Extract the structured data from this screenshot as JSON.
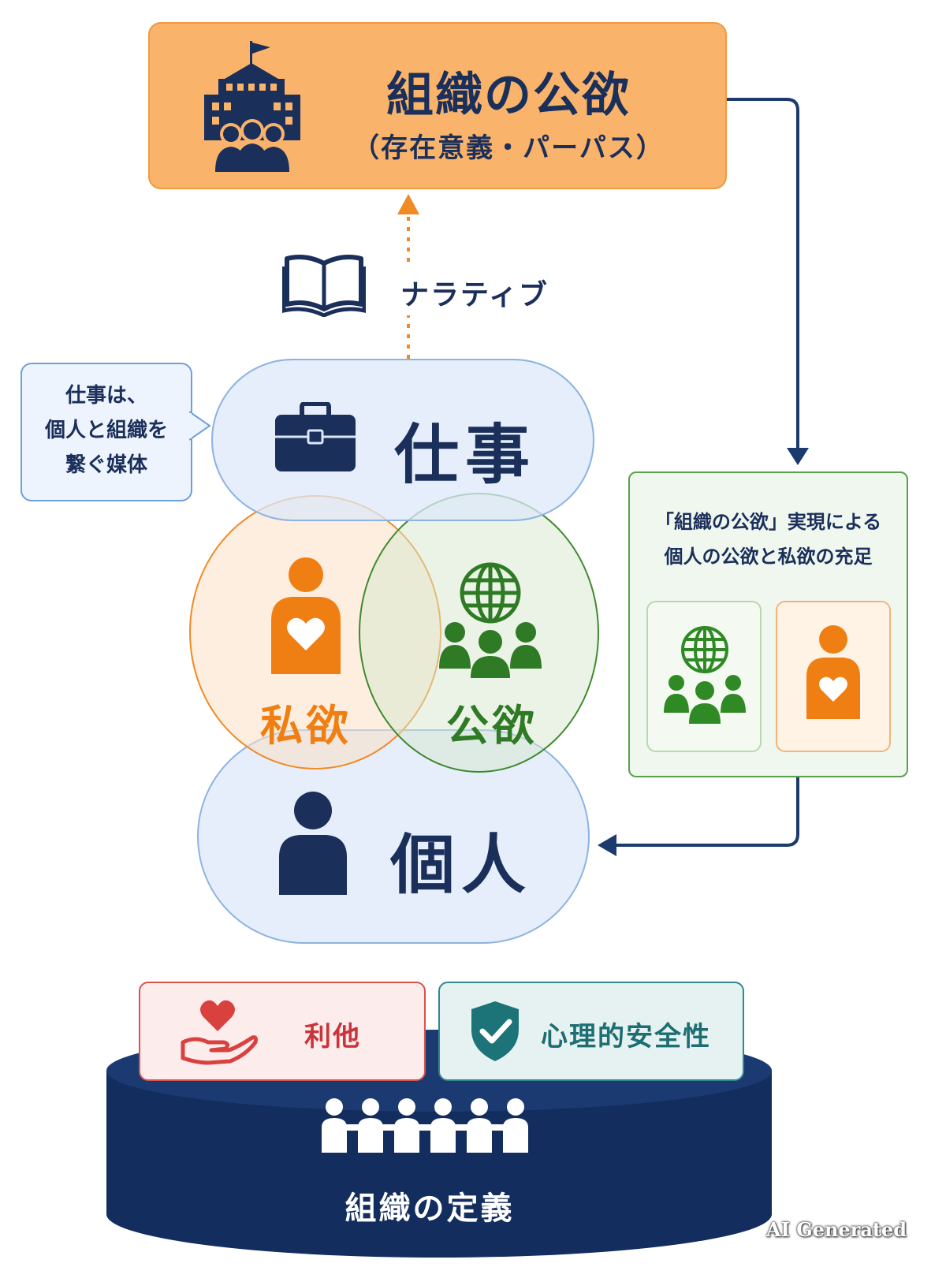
{
  "organization_public_desire": {
    "title": "組織の公欲",
    "subtitle": "（存在意義・パーパス）"
  },
  "narrative": {
    "label": "ナラティブ"
  },
  "work_bubble": {
    "lines": [
      "仕事は、",
      "個人と組織を",
      "繋ぐ媒体"
    ]
  },
  "work": {
    "label": "仕事"
  },
  "private_desire": {
    "label": "私欲"
  },
  "public_desire": {
    "label": "公欲"
  },
  "individual": {
    "label": "個人"
  },
  "fulfillment": {
    "lines": [
      "「組織の公欲」実現による",
      "個人の公欲と私欲の充足"
    ]
  },
  "foundation": {
    "altruism": "利他",
    "psychological_safety": "心理的安全性",
    "base_label": "組織の定義"
  },
  "watermark": "AI Generated",
  "colors": {
    "navy": "#1b2f5b",
    "orange": "#f07f13",
    "green": "#2f7a25",
    "red": "#c9343a",
    "teal": "#1d6e72"
  },
  "icons": [
    "school-building-icon",
    "open-book-icon",
    "briefcase-icon",
    "person-heart-icon",
    "globe-people-icon",
    "person-icon",
    "heart-hand-icon",
    "shield-check-icon",
    "people-row-icon"
  ]
}
